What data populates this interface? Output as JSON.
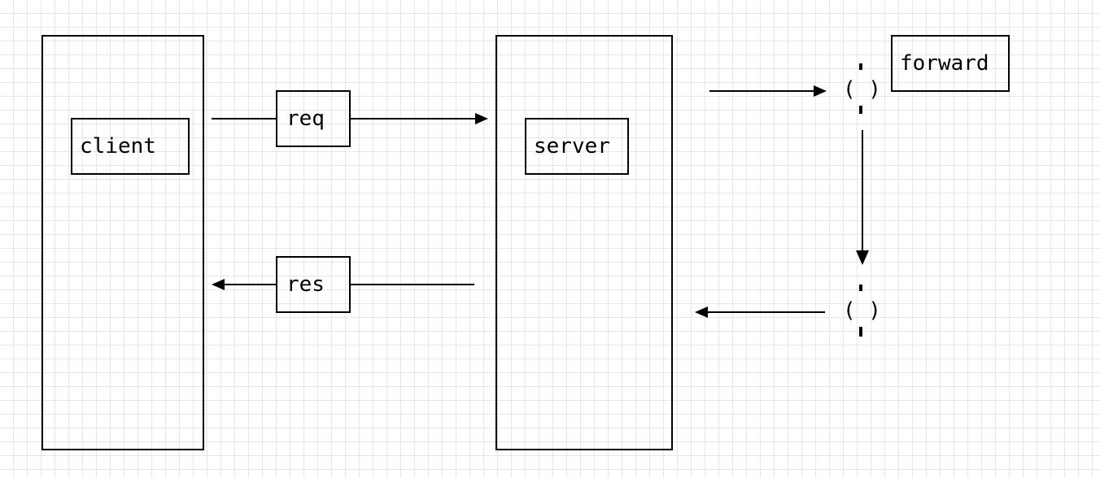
{
  "diagram": {
    "nodes": {
      "client": "client",
      "server": "server",
      "req": "req",
      "res": "res",
      "forward": "forward"
    },
    "junctions": {
      "top": "( )",
      "bottom": "( )"
    }
  }
}
